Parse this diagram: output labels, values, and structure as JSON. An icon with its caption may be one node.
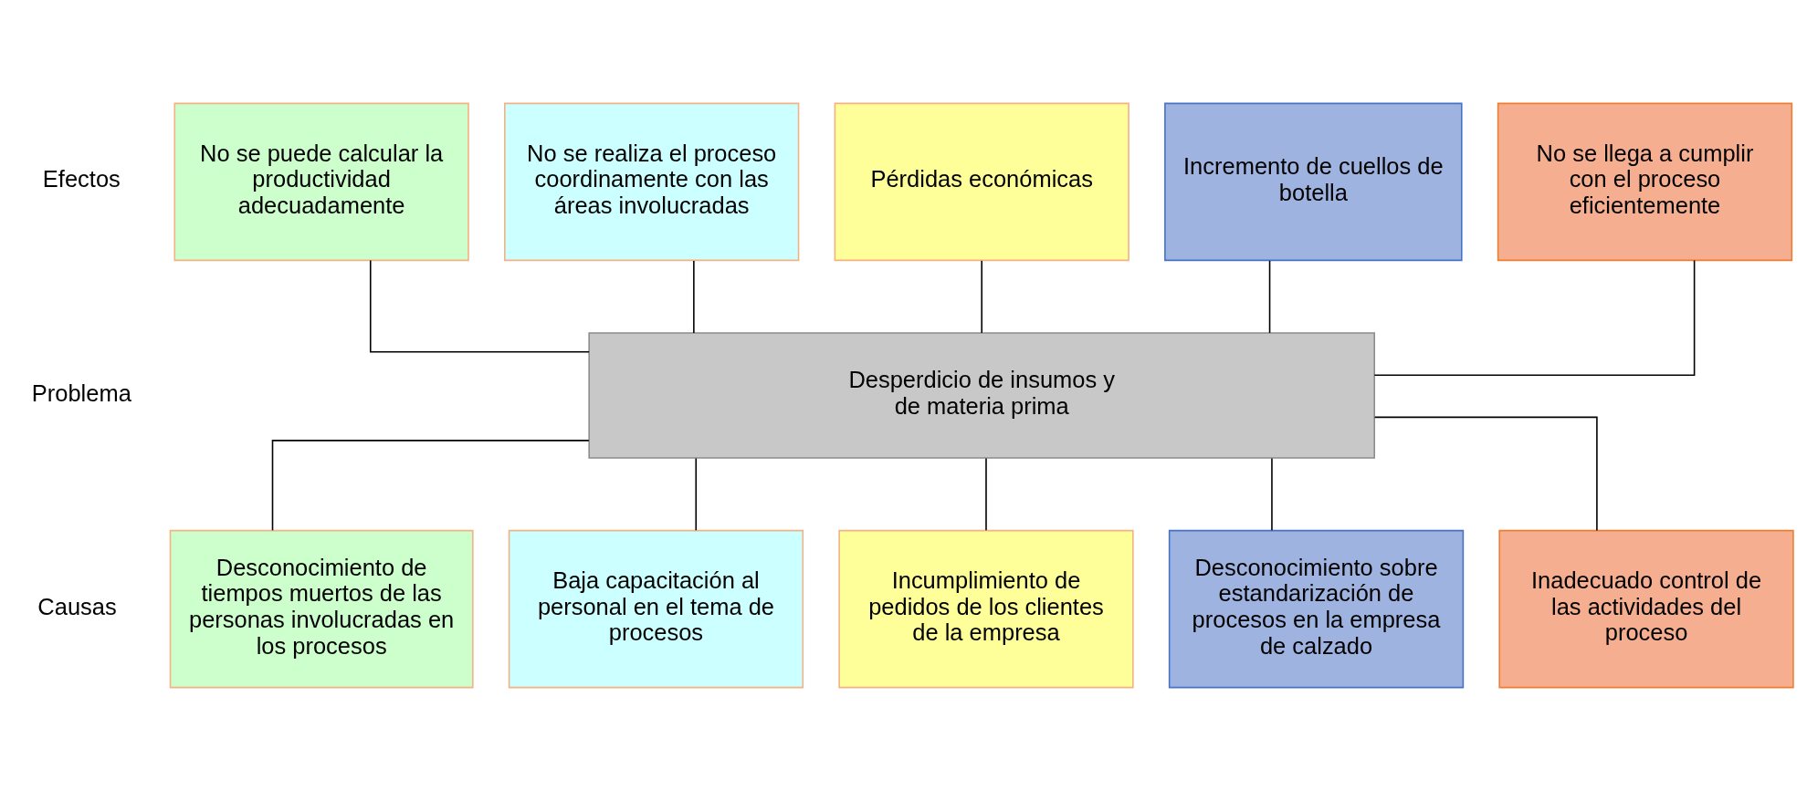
{
  "diagram": {
    "nodes": [
      {
        "text": [
          "No se puede calcular la productividad adecuadamente"
        ]
      },
      {
        "text": [
          "No se realiza el proceso coordinamente con las áreas involucradas"
        ]
      },
      {
        "text": [
          "Pérdidas económicas"
        ]
      },
      {
        "text": [
          "Incremento de cuellos de botella"
        ]
      },
      {
        "text": [
          "No se llega a cumplir con el proceso eficientemente"
        ]
      },
      {
        "text": [
          "Desperdicio de insumos y de materia prima"
        ]
      },
      {
        "text": [
          "Desconocimiento de tiempos muertos de las personas involucradas en los procesos"
        ]
      },
      {
        "text": [
          "Baja capacitación al personal en el tema de procesos"
        ]
      },
      {
        "text": [
          "Incumplimiento de pedidos de los clientes de la empresa"
        ]
      },
      {
        "text": [
          "Desconocimiento sobre estandarización de procesos en la empresa de calzado"
        ]
      },
      {
        "text": [
          "Inadecuado control de las actividades del proceso"
        ]
      }
    ],
    "edges": [
      {
        "from": 0,
        "to": 5,
        "arrow": "none"
      },
      {
        "from": 1,
        "to": 5,
        "arrow": "none"
      },
      {
        "from": 2,
        "to": 5,
        "arrow": "none"
      },
      {
        "from": 3,
        "to": 5,
        "arrow": "none"
      },
      {
        "from": 4,
        "to": 5,
        "arrow": "none"
      },
      {
        "from": 5,
        "to": 6,
        "arrow": "none"
      },
      {
        "from": 5,
        "to": 7,
        "arrow": "none"
      },
      {
        "from": 5,
        "to": 8,
        "arrow": "none"
      },
      {
        "from": 5,
        "to": 9,
        "arrow": "none"
      },
      {
        "from": 5,
        "to": 10,
        "arrow": "none"
      }
    ],
    "labels": [
      "Efectos",
      "Problema",
      "Causas"
    ]
  }
}
